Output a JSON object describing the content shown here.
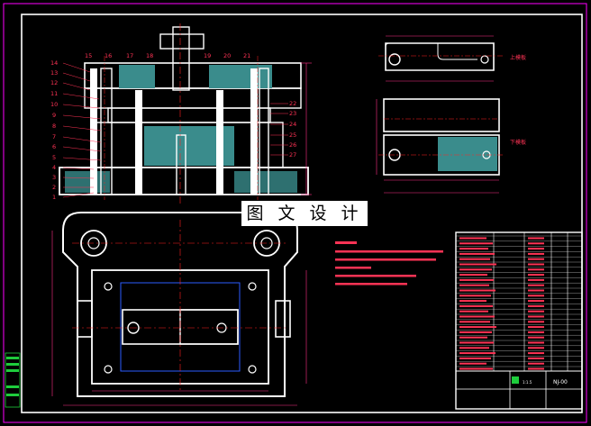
{
  "watermark": "图 文 设 计",
  "views": {
    "top_label": "上模板",
    "bottom_label": "下模板"
  },
  "part_numbers_left": [
    "14",
    "13",
    "12",
    "11",
    "10",
    "9",
    "8",
    "7",
    "6",
    "5",
    "4",
    "3",
    "2",
    "1"
  ],
  "part_numbers_top": [
    "15",
    "16",
    "17",
    "18",
    "19",
    "20",
    "21"
  ],
  "part_numbers_right": [
    "22",
    "23",
    "24",
    "25",
    "26",
    "27"
  ],
  "title_block": {
    "drawing_no": "NJ-00",
    "scale": "1:1.5"
  },
  "colors": {
    "background": "#000000",
    "outline": "#ffffff",
    "dimension": "#ff2e88",
    "label": "#ff3355",
    "center_line": "#ff2222",
    "hatch": "#3a8c8c",
    "blue_line": "#2b5cff",
    "frame": "#ff00ff",
    "marker": "#1ecc3c"
  }
}
